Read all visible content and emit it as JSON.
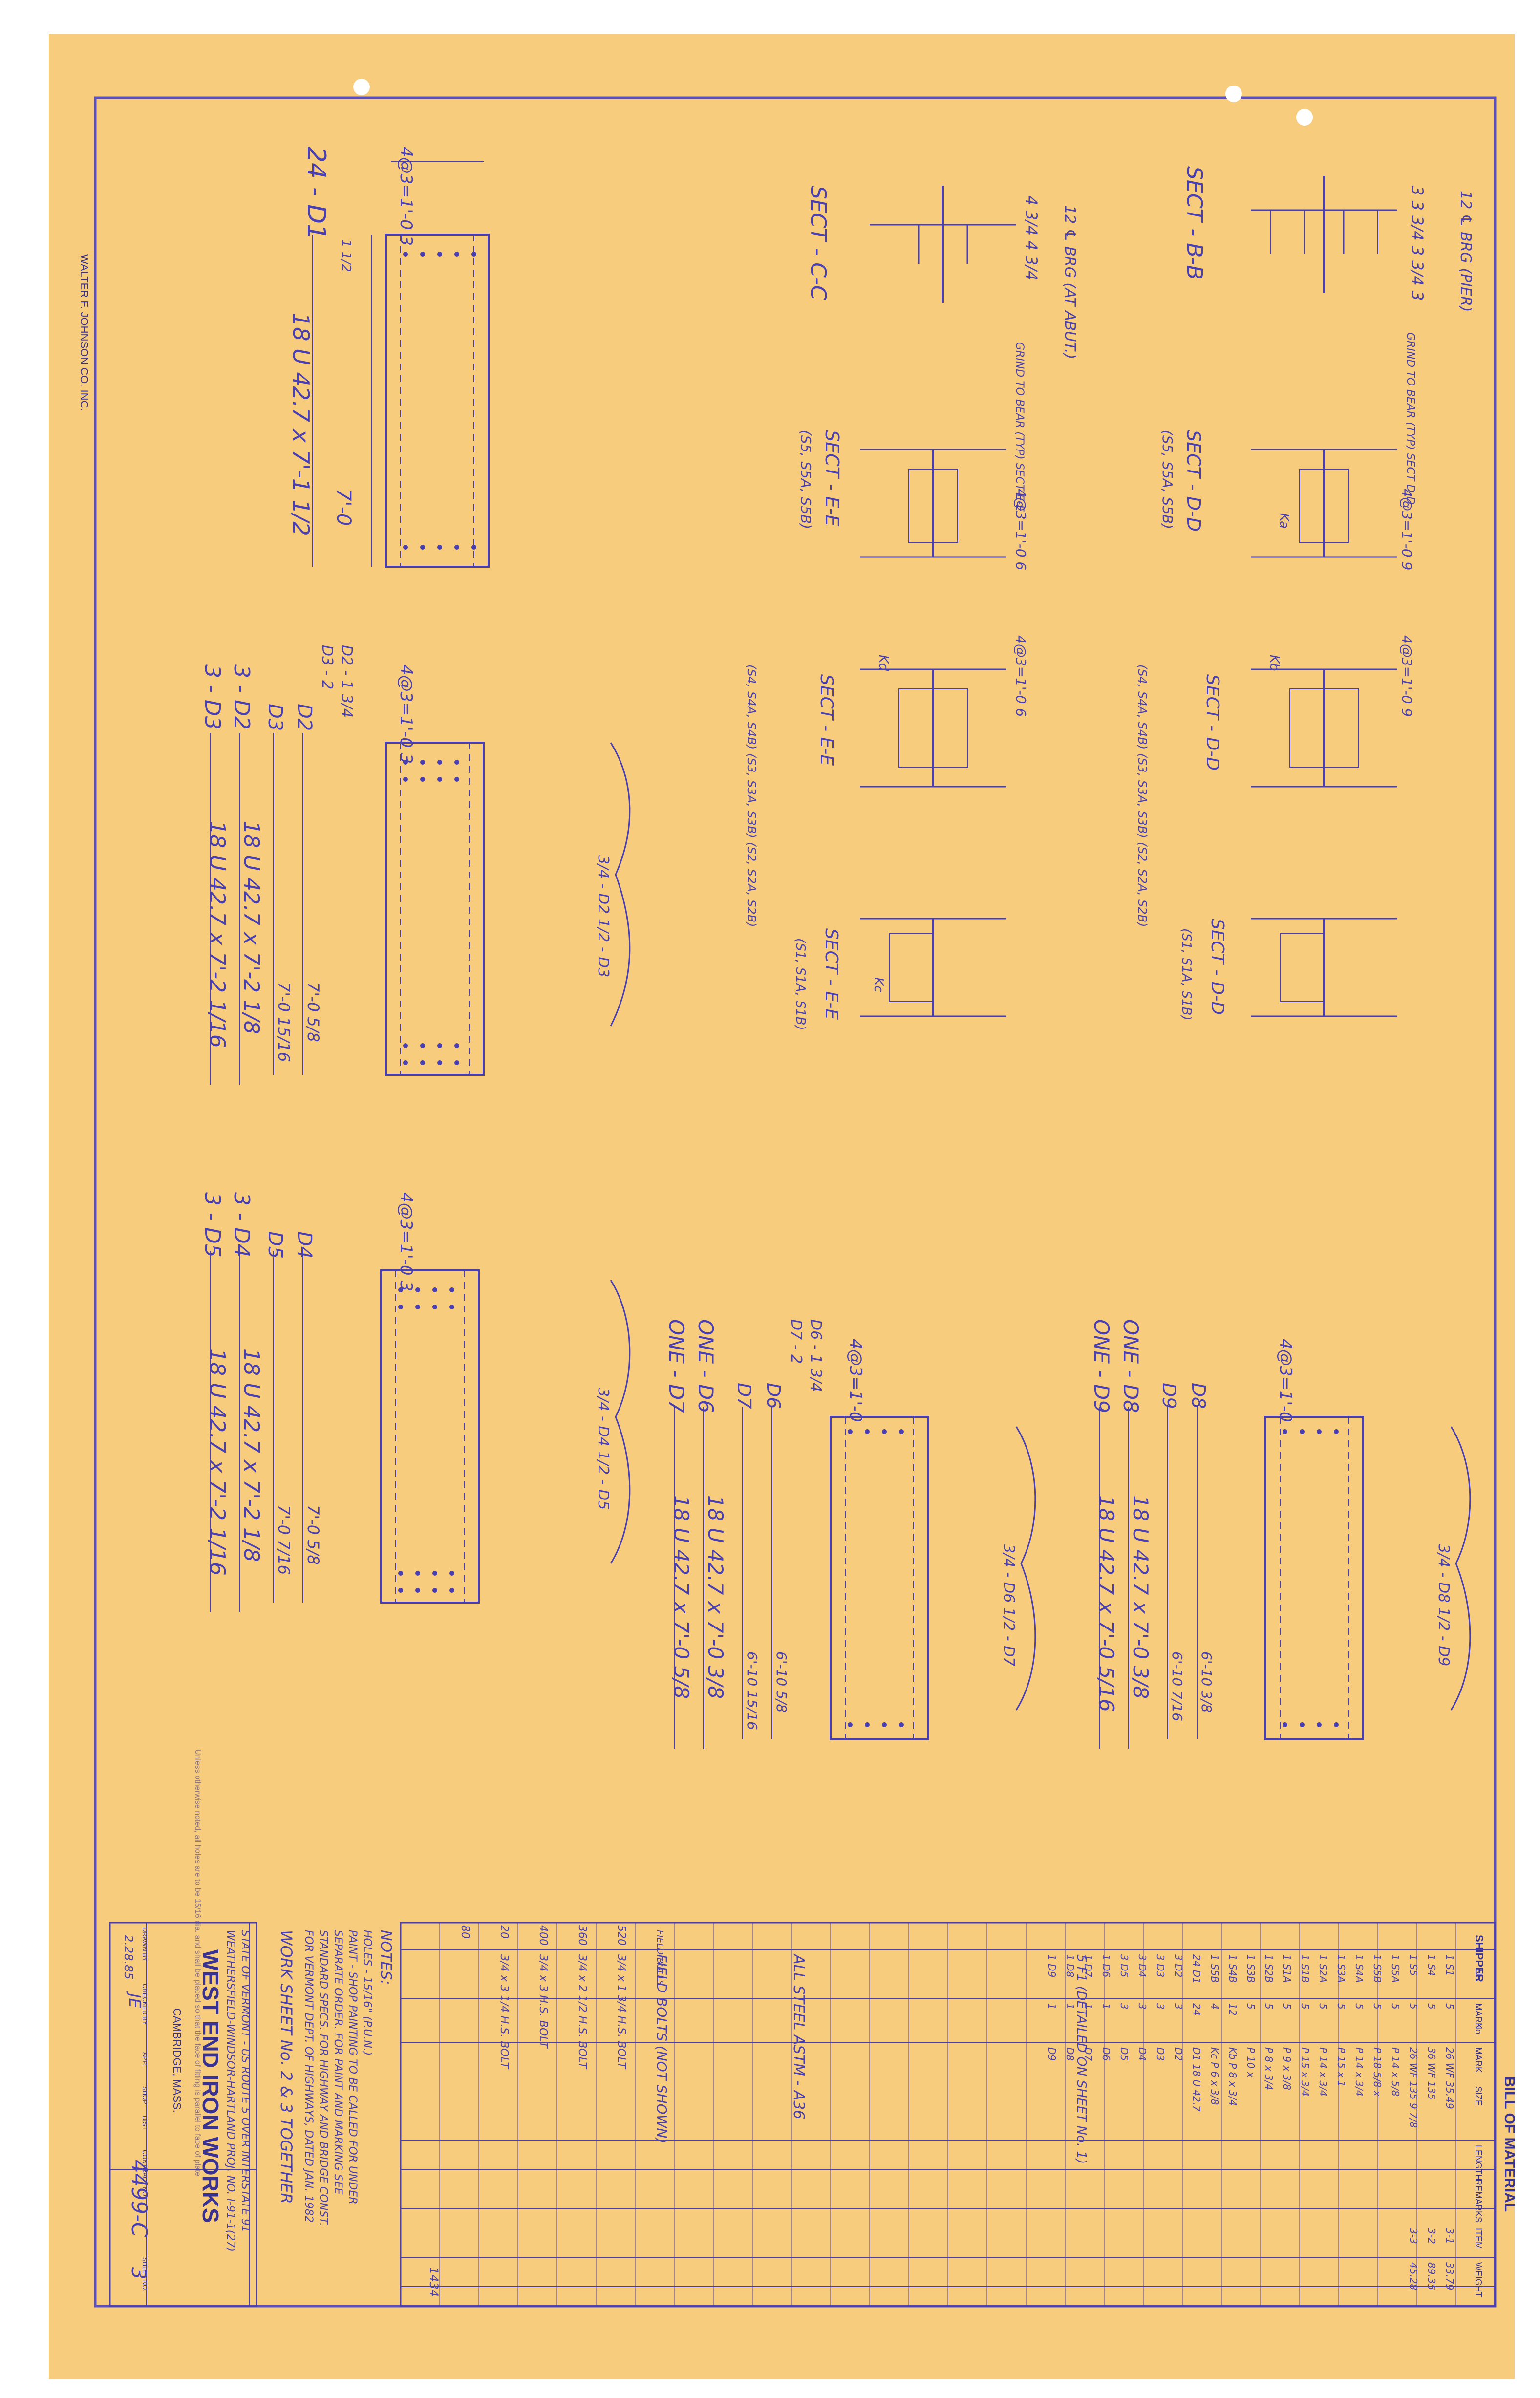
{
  "colors": {
    "paper": "#f6c876",
    "ink": "#4a3fb0",
    "print": "#3a3290"
  },
  "title_block": {
    "company": "WEST END IRON WORKS",
    "city": "CAMBRIDGE, MASS.",
    "sheet_number": "4499-C",
    "sheet_count": "3",
    "drawn_by": "JE",
    "date": "2.28.85",
    "labels": {
      "drawn_by": "DRAWN BY",
      "checked_by": "CHECKED BY",
      "app": "APP.",
      "shop": "SHOP",
      "dist": "DIST",
      "contract_no": "CONTRACT NO.",
      "sheet_no": "SHEET NO."
    }
  },
  "work_sheet": {
    "title": "WORK SHEET No. 2 & 3 TOGETHER",
    "line1": "STATE OF VERMONT - US ROUTE 5 OVER INTERSTATE 91",
    "line2": "WEATHERSFIELD-WINDSOR-HARTLAND  PROJ. NO. I-91-1(27)"
  },
  "notes": {
    "title": "NOTES:",
    "lines": [
      "HOLES - 15/16\" (P.U.N.)",
      "PAINT - SHOP PAINTING TO BE CALLED FOR UNDER",
      "SEPARATE ORDER. FOR PAINT AND MARKING SEE",
      "STANDARD SPECS. FOR HIGHWAY AND BRIDGE CONST.",
      "FOR VERMONT DEPT. OF HIGHWAYS, DATED JAN. 1982"
    ],
    "faint": "Unless otherwise noted, all holes are to be 15/16 dia. and shall be placed so that the face of fitting is parallel to face of plate"
  },
  "bom": {
    "title": "BILL OF MATERIAL",
    "headers": [
      "SHIPPER",
      "No.",
      "MARK",
      "No.",
      "MARK",
      "SIZE",
      "LENGTH",
      "REMARKS",
      "ITEM",
      "WEIGHT"
    ],
    "rows": [
      [
        "1 S1",
        "5",
        "26 WF 35.49",
        "3-1",
        "33.79"
      ],
      [
        "1 S4",
        "5",
        "36 WF 135",
        "3-2",
        "89.35"
      ],
      [
        "1 S5",
        "5",
        "26 WF 135 9 7/8",
        "3-3",
        "45.28"
      ],
      [
        "1 S5A",
        "5",
        "P 14 x 5/8",
        "",
        ""
      ],
      [
        "1 S5B",
        "5",
        "P 18 5/8 x",
        "",
        ""
      ],
      [
        "1 S4A",
        "5",
        "P 14 x 3/4",
        "",
        ""
      ],
      [
        "1 S3A",
        "5",
        "P 15 x 1",
        "",
        ""
      ],
      [
        "1 S2A",
        "5",
        "P 14 x 3/4",
        "",
        ""
      ],
      [
        "1 S1B",
        "5",
        "P 15 x 3/4",
        "",
        ""
      ],
      [
        "1 S1A",
        "5",
        "P 9 x 3/8",
        "",
        ""
      ],
      [
        "1 S2B",
        "5",
        "P 8 x 3/4",
        "",
        ""
      ],
      [
        "1 S3B",
        "5",
        "P 10 x",
        "",
        ""
      ],
      [
        "1 S4B",
        "12",
        "Kb P 8 x 3/4",
        "",
        ""
      ],
      [
        "1 S5B",
        "4",
        "Kc P 6 x 3/8",
        "",
        ""
      ],
      [
        "24 D1",
        "24",
        "D1 18 U 42.7",
        "",
        ""
      ],
      [
        "3 D2",
        "3",
        "D2",
        "",
        ""
      ],
      [
        "3 D3",
        "3",
        "D3",
        "",
        ""
      ],
      [
        "3 D4",
        "3",
        "D4",
        "",
        ""
      ],
      [
        "3 D5",
        "3",
        "D5",
        "",
        ""
      ],
      [
        "1 D6",
        "1",
        "D6",
        "",
        ""
      ],
      [
        "1 D7",
        "1",
        "D7",
        "",
        ""
      ],
      [
        "1 D8",
        "1",
        "D8",
        "",
        ""
      ],
      [
        "1 D9",
        "1",
        "D9",
        "",
        ""
      ]
    ],
    "special_lines": [
      "5 F1 (DETAILED ON SHEET No. 1)",
      "ALL STEEL ASTM - A36",
      "FIELD BOLTS (NOT SHOWN)",
      "3/4 x 1 3/4 H.S. BOLT",
      "3/4 x 2 1/2 H.S. BOLT",
      "3/4 x 3 H.S. BOLT",
      "3/4 x 3 1/4 H.S. BOLT"
    ],
    "field_label": "FIELD BOLTS",
    "bolt_counts": [
      "520",
      "360",
      "400",
      "20",
      "80"
    ],
    "total": "1434"
  },
  "top_sections": {
    "sect_bb": "SECT - B-B",
    "bb_brg": "12  ℄ BRG (PIER)",
    "bb_dims": "3   3 3/4   3 3/4   3",
    "bb_note": "GRIND TO BEAR (TYP) SECT D-D",
    "sect_cc": "SECT - C-C",
    "cc_brg": "12  ℄ BRG (AT ABUT.)",
    "cc_dims": "4 3/4   4 3/4",
    "cc_note": "GRIND TO BEAR (TYP) SECT E-E",
    "sect_dd_1": "SECT - D-D",
    "sect_dd_1_sub": "(S5, S5A, S5B)",
    "sect_ee_1": "SECT - E-E",
    "sect_ee_1_sub": "(S5, S5A, S5B)",
    "sect_dd_2": "SECT - D-D",
    "sect_dd_2_sub": "(S4, S4A, S4B) (S3, S3A, S3B) (S2, S2A, S2B)",
    "sect_ee_2": "SECT - E-E",
    "sect_ee_2_sub": "(S4, S4A, S4B) (S3, S3A, S3B) (S2, S2A, S2B)",
    "sect_dd_3": "SECT - D-D",
    "sect_dd_3_sub": "(S1, S1A, S1B)",
    "sect_ee_3": "SECT - E-E",
    "sect_ee_3_sub": "(S1, S1A, S1B)",
    "spacing_9": "4@3=1'-0   9",
    "spacing_6": "4@3=1'-0   6",
    "mark_ka": "Ka",
    "mark_kb": "Kb",
    "mark_kc": "Kc",
    "mark_kd": "Kd"
  },
  "members": {
    "d1": {
      "count": "24 - D1",
      "size": "18 U 42.7 x 7'-1 1/2",
      "inner": "7'-0",
      "spacing": "4@3=1'-0   3",
      "edge": "1 1/2"
    },
    "d2d3": {
      "count_a": "3 - D2",
      "count_b": "3 - D3",
      "mark_a": "D2",
      "mark_b": "D3",
      "size": "18 U 42.7 x 7'-2 1/8",
      "size2": "18 U 42.7 x 7'-2 1/16",
      "dim_a": "7'-0 5/8",
      "dim_b": "7'-0 15/16",
      "tag1": "D2 - 1 3/4",
      "tag2": "D3 - 2",
      "brace": "3/4 - D2  1/2 - D3",
      "spacing": "4@3=1'-0   3"
    },
    "d4d5": {
      "count_a": "3 - D4",
      "count_b": "3 - D5",
      "mark_a": "D4",
      "mark_b": "D5",
      "size": "18 U 42.7 x 7'-2 1/8",
      "size2": "18 U 42.7 x 7'-2 1/16",
      "dim_a": "7'-0 5/8",
      "dim_b": "7'-0 7/16",
      "brace": "3/4 - D4  1/2 - D5",
      "spacing": "4@3=1'-0   3"
    },
    "d6d7": {
      "count_a": "ONE - D6",
      "count_b": "ONE - D7",
      "mark_a": "D6",
      "mark_b": "D7",
      "size": "18 U 42.7 x 7'-0 3/8",
      "size2": "18 U 42.7 x 7'-0 5/8",
      "dim_a": "6'-10 5/8",
      "dim_b": "6'-10 15/16",
      "tag1": "D6 - 1 3/4",
      "tag2": "D7 - 2",
      "brace": "3/4 - D6  1/2 - D7",
      "spacing": "4@3=1'-0"
    },
    "d8d9": {
      "count_a": "ONE - D8",
      "count_b": "ONE - D9",
      "mark_a": "D8",
      "mark_b": "D9",
      "size": "18 U 42.7 x 7'-0 3/8",
      "size2": "18 U 42.7 x 7'-0 5/16",
      "dim_a": "6'-10 3/8",
      "dim_b": "6'-10 7/16",
      "brace": "3/4 - D8  1/2 - D9",
      "spacing": "4@3=1'-0"
    }
  },
  "stamp_margin": "WALTER F. JOHNSON CO. INC."
}
